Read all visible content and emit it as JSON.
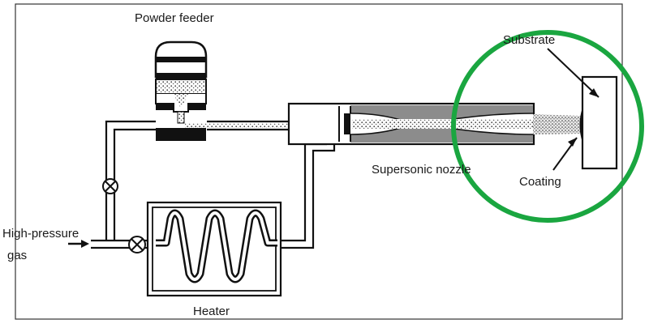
{
  "labels": {
    "powder_feeder": "Powder feeder",
    "substrate": "Substrate",
    "supersonic_nozzle": "Supersonic nozzle",
    "coating": "Coating",
    "gas_line1": "High-pressure",
    "gas_line2": "gas",
    "heater": "Heater"
  },
  "colors": {
    "highlight_circle": "#1aa640",
    "nozzle_fill": "#8c8c8c",
    "outline": "#111111"
  },
  "icons": {
    "valve": "circle-x-valve-icon",
    "arrow": "arrow-icon"
  }
}
